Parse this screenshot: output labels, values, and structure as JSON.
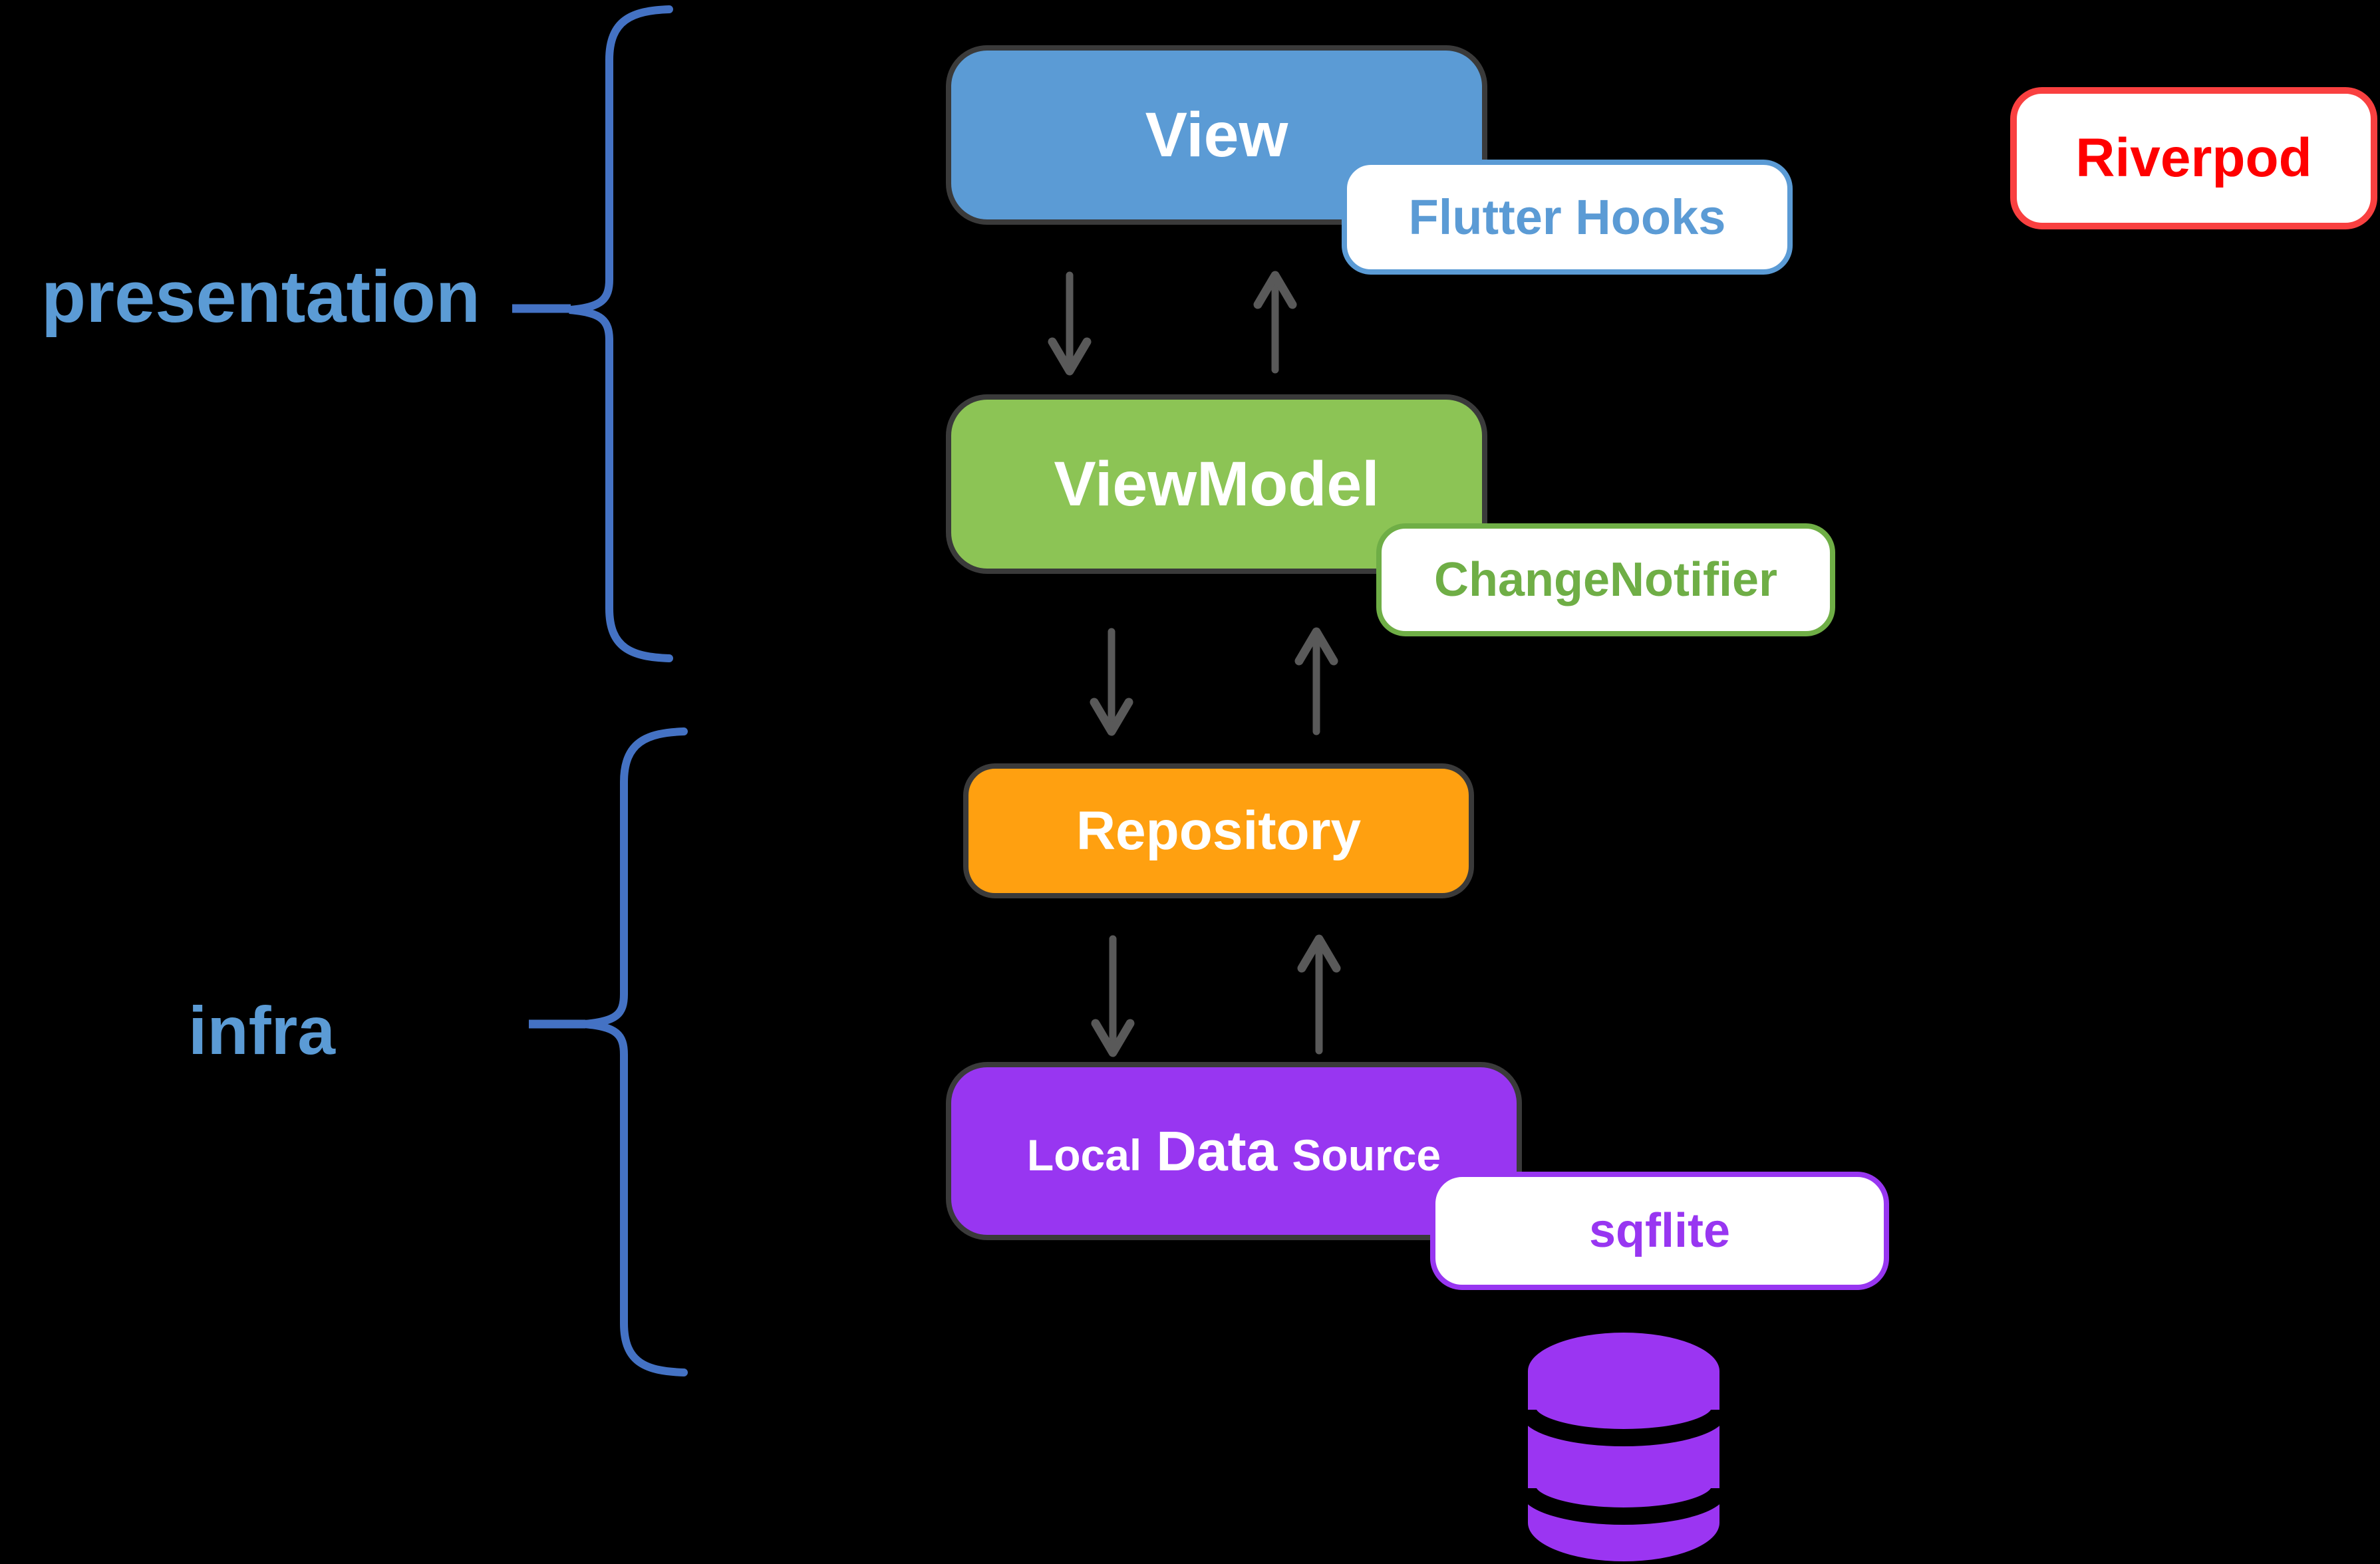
{
  "background": "#000000",
  "layer_labels": {
    "presentation": "presentation",
    "infra": "infra"
  },
  "boxes": {
    "view": {
      "label": "View",
      "fill": "#5b9bd5"
    },
    "viewmodel": {
      "label": "ViewModel",
      "fill": "#8cc455"
    },
    "repository": {
      "label": "Repository",
      "fill": "#ffa010"
    },
    "local_data_source": {
      "parts": [
        "Local",
        "Data",
        "Source"
      ],
      "fill": "#9836f1"
    }
  },
  "tags": {
    "flutter_hooks": {
      "label": "Flutter Hooks",
      "color": "#5b9bd5"
    },
    "change_notifier": {
      "label": "ChangeNotifier",
      "color": "#6fae46"
    },
    "sqflite": {
      "label": "sqflite",
      "color": "#9836f1"
    },
    "riverpod": {
      "label": "Riverpod",
      "text_color": "#ff0000",
      "border_color": "#f94040"
    }
  },
  "icons": {
    "database": {
      "name": "database-icon",
      "color": "#9b35f2"
    }
  },
  "graphics": {
    "brace_color": "#4472c4",
    "arrow_color": "#595959",
    "box_border_color": "#3a3a3a"
  }
}
